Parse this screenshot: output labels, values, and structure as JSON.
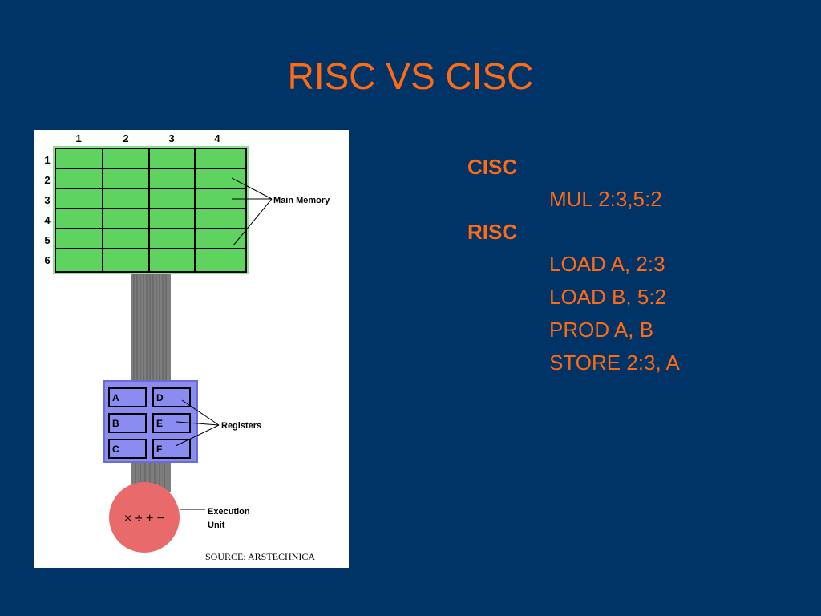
{
  "slide": {
    "title": "RISC VS CISC"
  },
  "diagram": {
    "column_labels": [
      "1",
      "2",
      "3",
      "4"
    ],
    "row_labels": [
      "1",
      "2",
      "3",
      "4",
      "5",
      "6"
    ],
    "main_memory_label": "Main Memory",
    "registers": [
      "A",
      "D",
      "B",
      "E",
      "C",
      "F"
    ],
    "registers_label": "Registers",
    "execution_symbols": "× ÷ + −",
    "execution_label_line1": "Execution",
    "execution_label_line2": "Unit",
    "source": "SOURCE: ARSTECHNICA"
  },
  "content": {
    "cisc_heading": "CISC",
    "cisc_lines": [
      "MUL 2:3,5:2"
    ],
    "risc_heading": "RISC",
    "risc_lines": [
      "LOAD A, 2:3",
      "LOAD B, 5:2",
      "PROD A, B",
      "STORE 2:3, A"
    ]
  },
  "colors": {
    "background": "#003366",
    "accent": "#ff6a13",
    "memory_green": "#5fd35f",
    "register_blue": "#8a8cf0",
    "execution_red": "#e86a6a"
  }
}
